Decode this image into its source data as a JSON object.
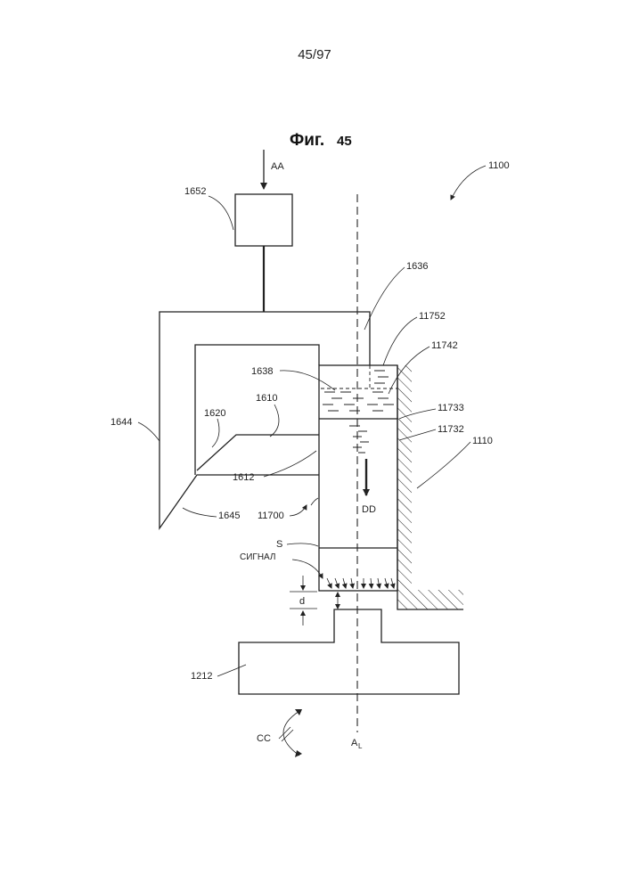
{
  "page_number": "45/97",
  "figure": {
    "title": "Фиг.",
    "number": "45"
  },
  "labels": {
    "assembly": "1100",
    "arrow_aa": "AA",
    "box_top": "1652",
    "frame_top": "1636",
    "cap": "11752",
    "liquid_level": "11742",
    "chamber_label": "1638",
    "plate": "1610",
    "plate_edge": "1620",
    "inner_wall": "11733",
    "outer_wall": "11732",
    "side_wall": "1110",
    "frame_left": "1644",
    "plate_tip": "1612",
    "frame_corner": "1645",
    "container": "11700",
    "flow_dd": "DD",
    "signal_s": "S",
    "signal_text": "СИГНАЛ",
    "gap_d": "d",
    "base": "1212",
    "rotation_cc": "CC",
    "axis_main": "A",
    "axis_sub": "L"
  }
}
